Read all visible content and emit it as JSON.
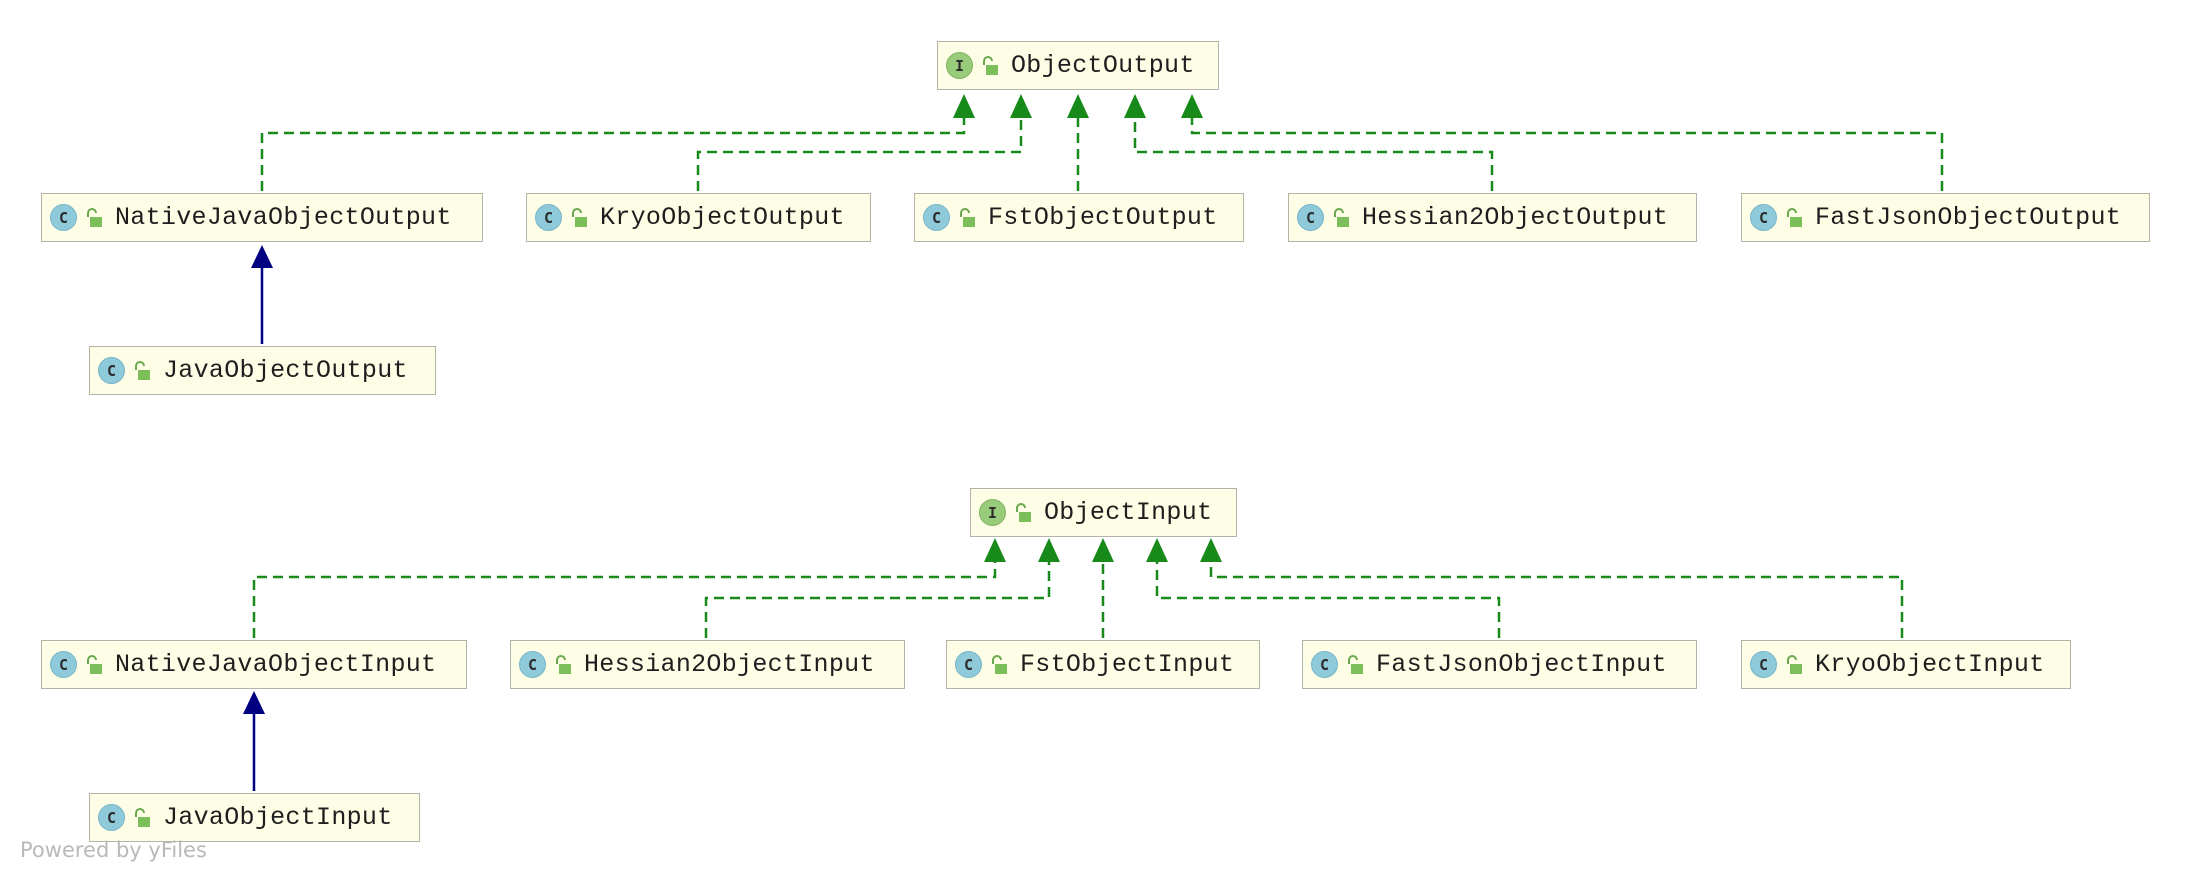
{
  "diagram": {
    "colors": {
      "realization_edge": "#178a1a",
      "inheritance_edge": "#000080",
      "node_fill": "#fefee6",
      "node_border": "#b4b3a8",
      "class_badge": "#8fcadb",
      "interface_badge": "#99cc7a"
    },
    "badges": {
      "class": "C",
      "interface": "I"
    },
    "icons": {
      "visibility": "public-lock-icon"
    },
    "nodes": {
      "object_output": {
        "name": "ObjectOutput",
        "kind": "interface"
      },
      "native_java_object_output": {
        "name": "NativeJavaObjectOutput",
        "kind": "class"
      },
      "kryo_object_output": {
        "name": "KryoObjectOutput",
        "kind": "class"
      },
      "fst_object_output": {
        "name": "FstObjectOutput",
        "kind": "class"
      },
      "hessian2_object_output": {
        "name": "Hessian2ObjectOutput",
        "kind": "class"
      },
      "fastjson_object_output": {
        "name": "FastJsonObjectOutput",
        "kind": "class"
      },
      "java_object_output": {
        "name": "JavaObjectOutput",
        "kind": "class"
      },
      "object_input": {
        "name": "ObjectInput",
        "kind": "interface"
      },
      "native_java_object_input": {
        "name": "NativeJavaObjectInput",
        "kind": "class"
      },
      "hessian2_object_input": {
        "name": "Hessian2ObjectInput",
        "kind": "class"
      },
      "fst_object_input": {
        "name": "FstObjectInput",
        "kind": "class"
      },
      "fastjson_object_input": {
        "name": "FastJsonObjectInput",
        "kind": "class"
      },
      "kryo_object_input": {
        "name": "KryoObjectInput",
        "kind": "class"
      },
      "java_object_input": {
        "name": "JavaObjectInput",
        "kind": "class"
      }
    },
    "edges": [
      {
        "from": "native_java_object_output",
        "to": "object_output",
        "type": "implements"
      },
      {
        "from": "kryo_object_output",
        "to": "object_output",
        "type": "implements"
      },
      {
        "from": "fst_object_output",
        "to": "object_output",
        "type": "implements"
      },
      {
        "from": "hessian2_object_output",
        "to": "object_output",
        "type": "implements"
      },
      {
        "from": "fastjson_object_output",
        "to": "object_output",
        "type": "implements"
      },
      {
        "from": "java_object_output",
        "to": "native_java_object_output",
        "type": "extends"
      },
      {
        "from": "native_java_object_input",
        "to": "object_input",
        "type": "implements"
      },
      {
        "from": "hessian2_object_input",
        "to": "object_input",
        "type": "implements"
      },
      {
        "from": "fst_object_input",
        "to": "object_input",
        "type": "implements"
      },
      {
        "from": "fastjson_object_input",
        "to": "object_input",
        "type": "implements"
      },
      {
        "from": "kryo_object_input",
        "to": "object_input",
        "type": "implements"
      },
      {
        "from": "java_object_input",
        "to": "native_java_object_input",
        "type": "extends"
      }
    ],
    "watermark": "Powered by yFiles"
  }
}
